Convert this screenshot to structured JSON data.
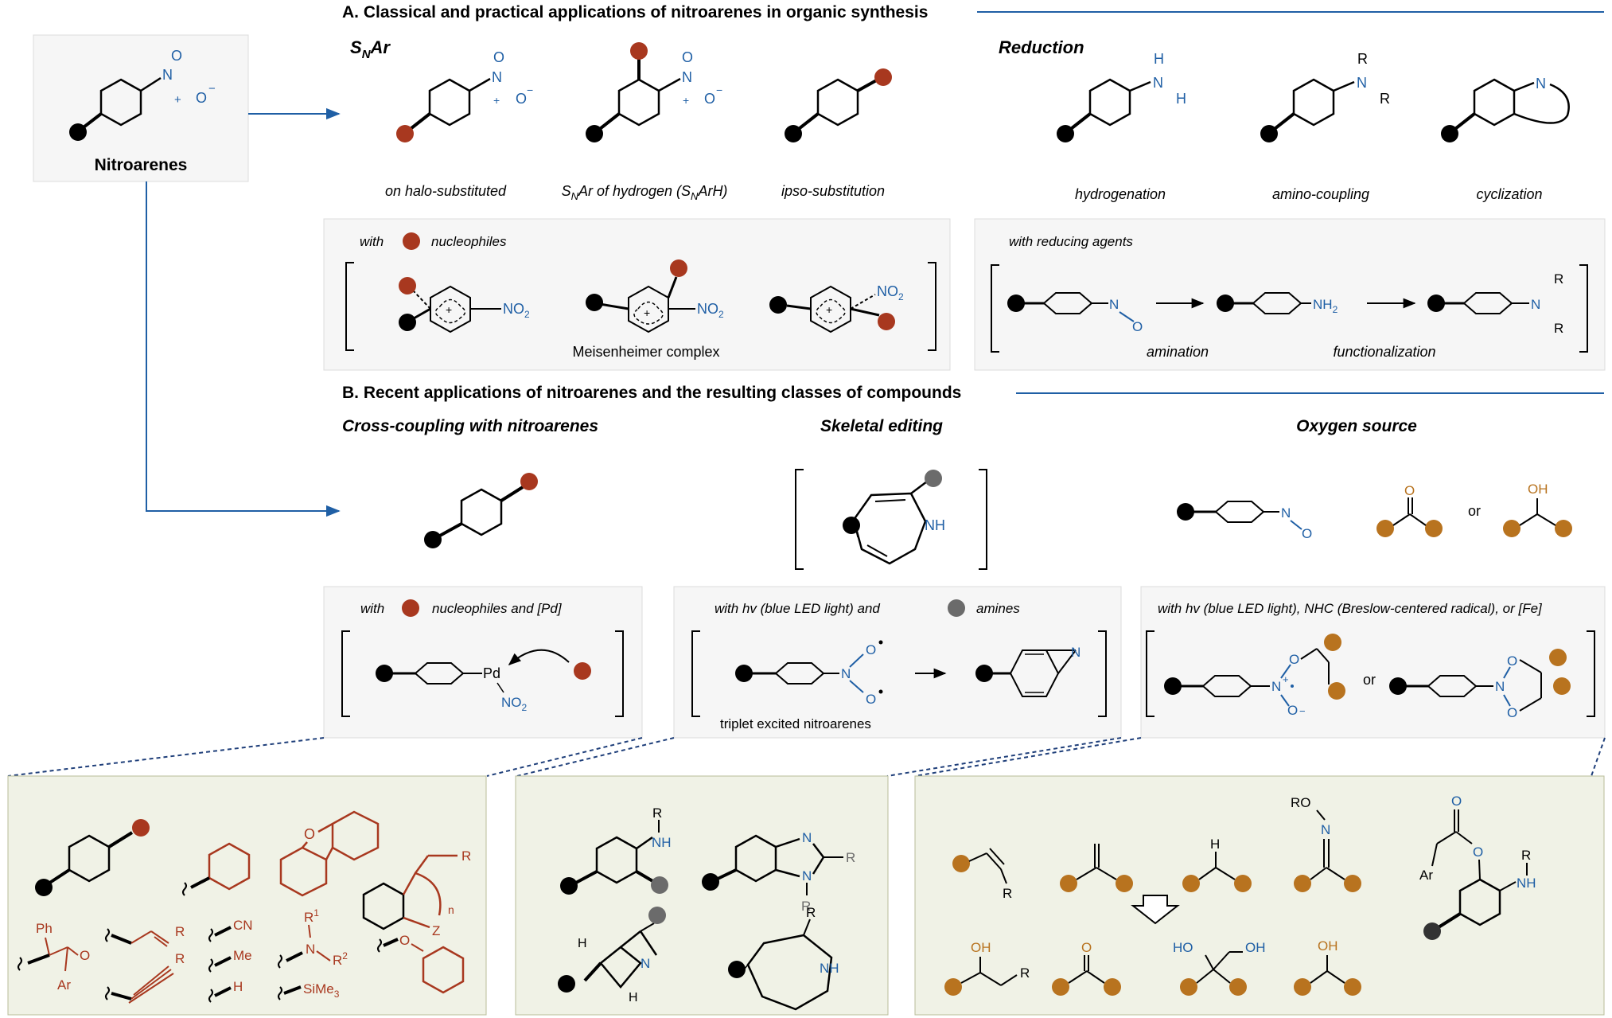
{
  "colors": {
    "accent_blue": "#1f5fa5",
    "nucleophile_red": "#a8381f",
    "amine_gray": "#6b6b6b",
    "oxygen_orange": "#b8731f",
    "panel_gray": "#f6f6f6",
    "panel_green": "#f0f2e6"
  },
  "section_a": {
    "title": "A. Classical and practical applications of nitroarenes in organic synthesis"
  },
  "section_b": {
    "title": "B. Recent applications of nitroarenes and the resulting classes of compounds"
  },
  "nitroarene_box": {
    "label": "Nitroarenes"
  },
  "snar": {
    "heading_main": "S",
    "heading_sub": "N",
    "heading_tail": "Ar",
    "captions": {
      "halo": "on halo-substituted",
      "hydrogen_pre": "S",
      "hydrogen_sub": "N",
      "hydrogen_mid": "Ar of hydrogen (S",
      "hydrogen_sub2": "N",
      "hydrogen_post": "ArH)",
      "ipso": "ipso-substitution"
    },
    "box": {
      "with": "with",
      "nucleophiles": "nucleophiles",
      "meisenheimer": "Meisenheimer complex",
      "no2": "NO",
      "no2_sub": "2",
      "plus": "+"
    }
  },
  "reduction": {
    "heading": "Reduction",
    "captions": {
      "hydrogenation": "hydrogenation",
      "amino": "amino-coupling",
      "cyclization": "cyclization"
    },
    "box": {
      "with_agents": "with reducing agents",
      "amination": "amination",
      "functionalization": "functionalization",
      "nh2": "NH",
      "nh2_sub": "2"
    }
  },
  "atoms": {
    "N": "N",
    "O": "O",
    "H": "H",
    "R": "R",
    "plus": "+",
    "minus": "−",
    "Pd": "Pd",
    "NH": "NH",
    "OH": "OH",
    "RO": "RO",
    "Ar": "Ar",
    "Ph": "Ph",
    "Z": "Z",
    "n": "n",
    "CN": "CN",
    "Me": "Me",
    "SiMe3": "SiMe",
    "SiMe3_sub": "3",
    "R1": "R",
    "R1_sup": "1",
    "R2": "R",
    "R2_sup": "2",
    "HO": "HO"
  },
  "cross_coupling": {
    "heading": "Cross-coupling with nitroarenes",
    "box_with": "with",
    "box_rest": "nucleophiles and [Pd]"
  },
  "skeletal": {
    "heading": "Skeletal editing",
    "box_text": "with hv (blue LED light) and",
    "amines": "amines",
    "triplet": "triplet excited nitroarenes"
  },
  "oxygen": {
    "heading": "Oxygen source",
    "or": "or",
    "box_text": "with hv (blue LED light), NHC (Breslow-centered radical), or [Fe]"
  }
}
